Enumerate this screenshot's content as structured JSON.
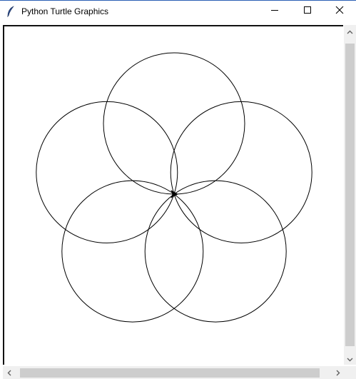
{
  "window": {
    "title": "Python Turtle Graphics",
    "icons": {
      "app": "feather-icon",
      "minimize": "minimize-icon",
      "maximize": "maximize-icon",
      "close": "close-icon"
    }
  },
  "canvas": {
    "background": "#ffffff",
    "stroke_color": "#000000",
    "drawing": "five overlapping circles arranged in a flower pattern with turtle cursor at center",
    "circle_count": 5
  },
  "scrollbars": {
    "vertical": {
      "up_icon": "chevron-up-icon",
      "down_icon": "chevron-down-icon"
    },
    "horizontal": {
      "left_icon": "chevron-left-icon",
      "right_icon": "chevron-right-icon"
    }
  }
}
